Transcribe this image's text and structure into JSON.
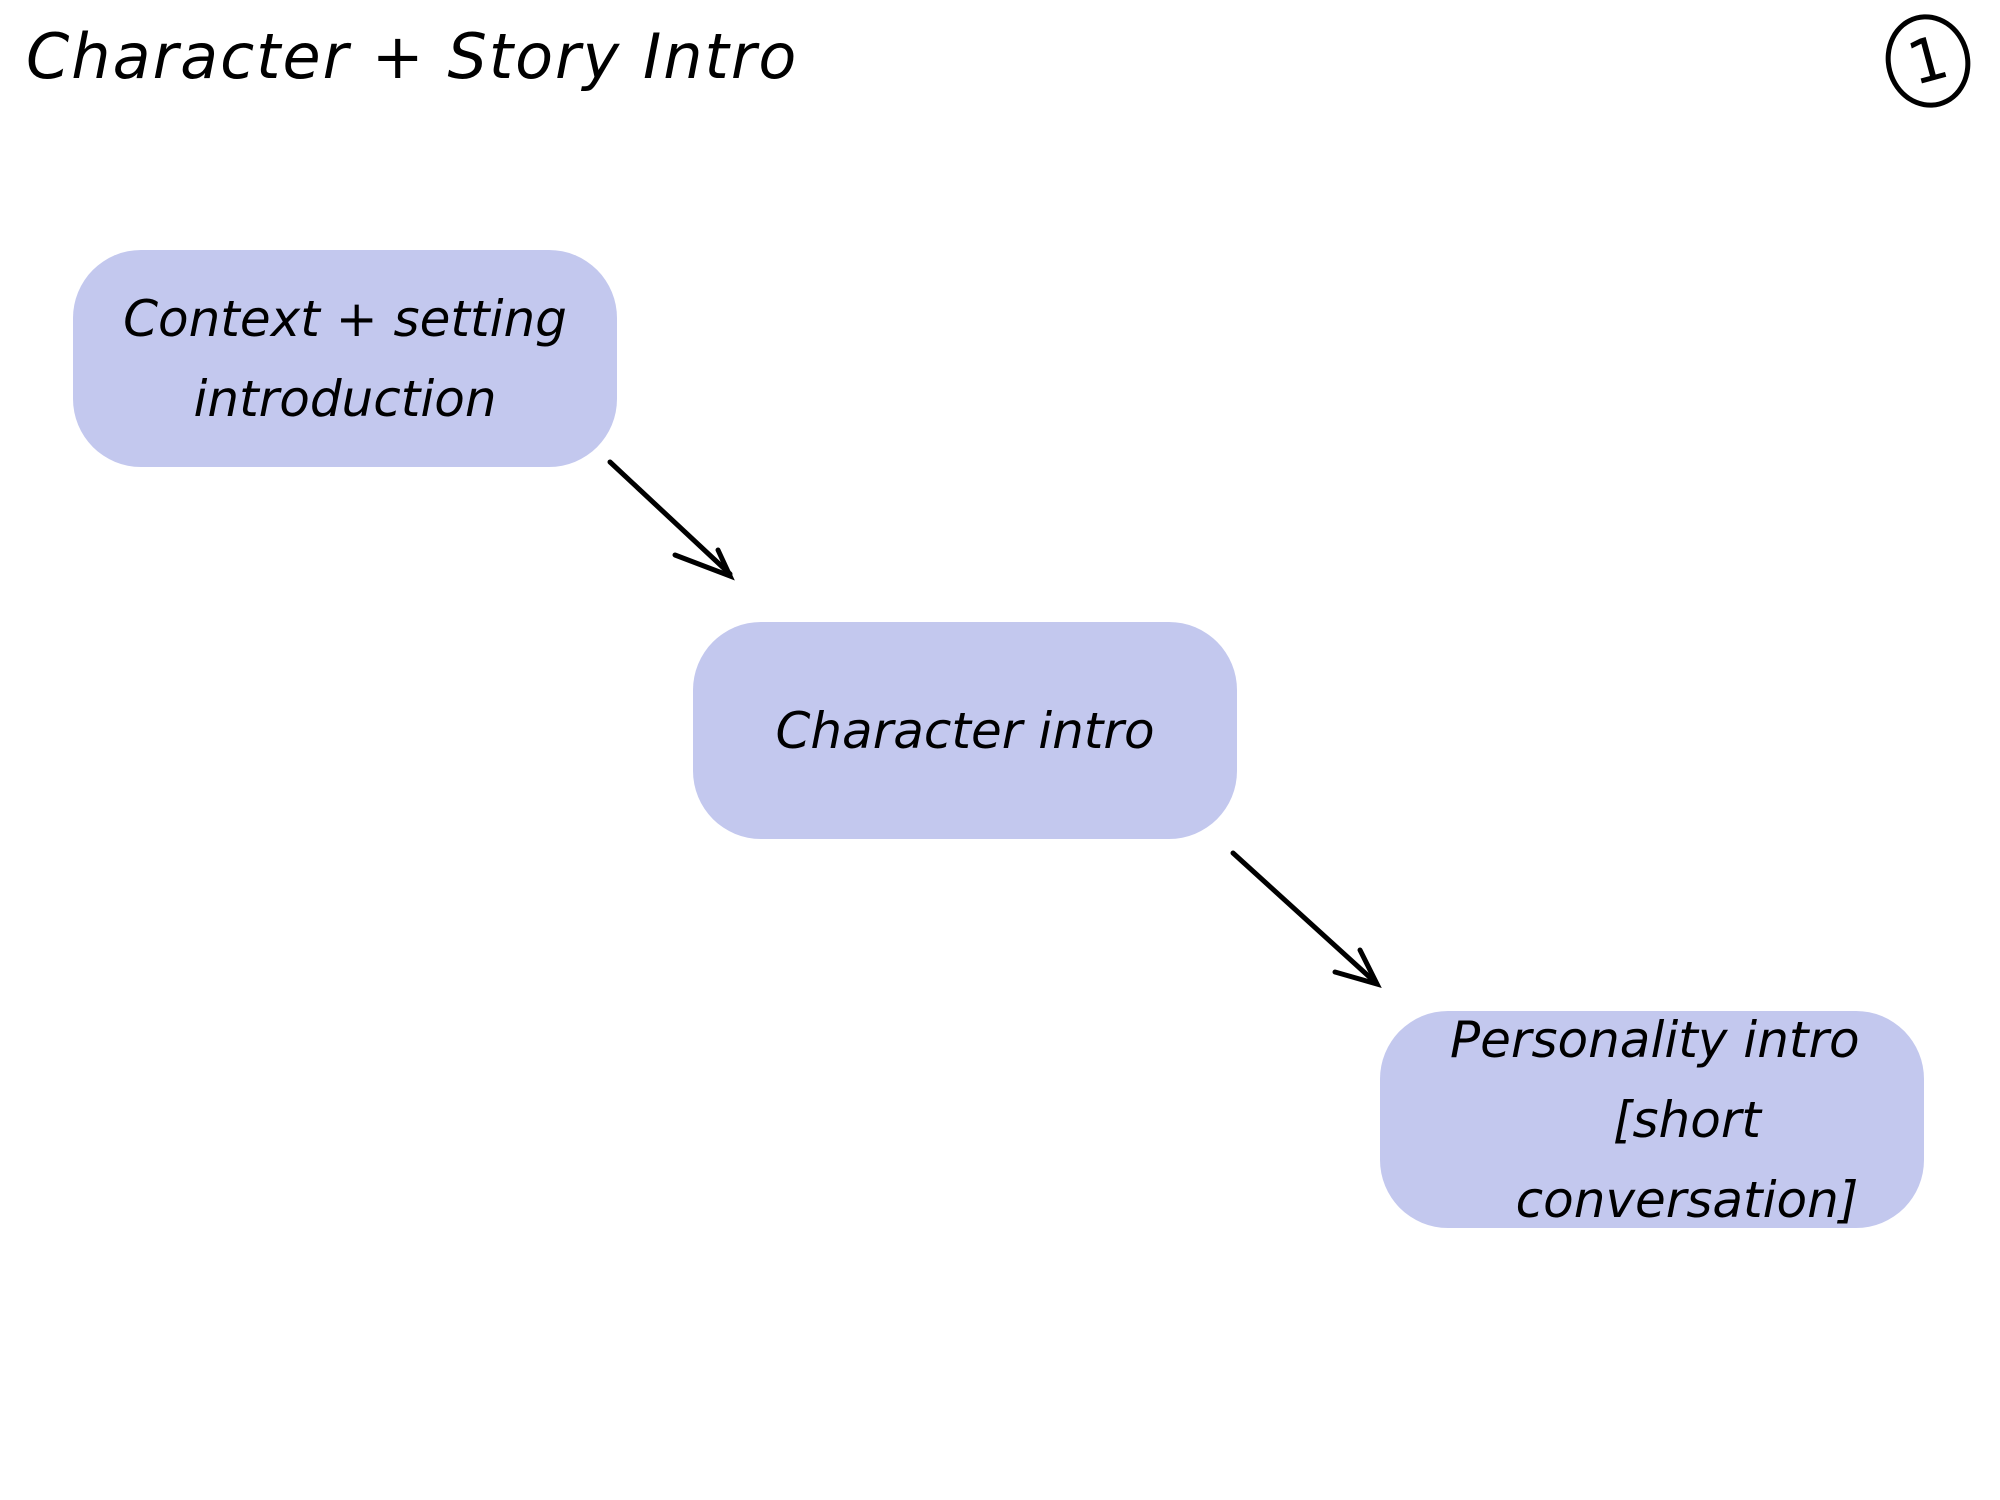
{
  "title": "Character + Story Intro",
  "page_number": "1",
  "colors": {
    "box_fill": "#c3c8ee",
    "ink": "#000000"
  },
  "nodes": [
    {
      "lines": [
        "Context + setting",
        "introduction"
      ]
    },
    {
      "lines": [
        "Character intro"
      ]
    },
    {
      "lines": [
        "Personality intro",
        "[short conversation]"
      ]
    }
  ],
  "edges": [
    {
      "from": 0,
      "to": 1
    },
    {
      "from": 1,
      "to": 2
    }
  ]
}
